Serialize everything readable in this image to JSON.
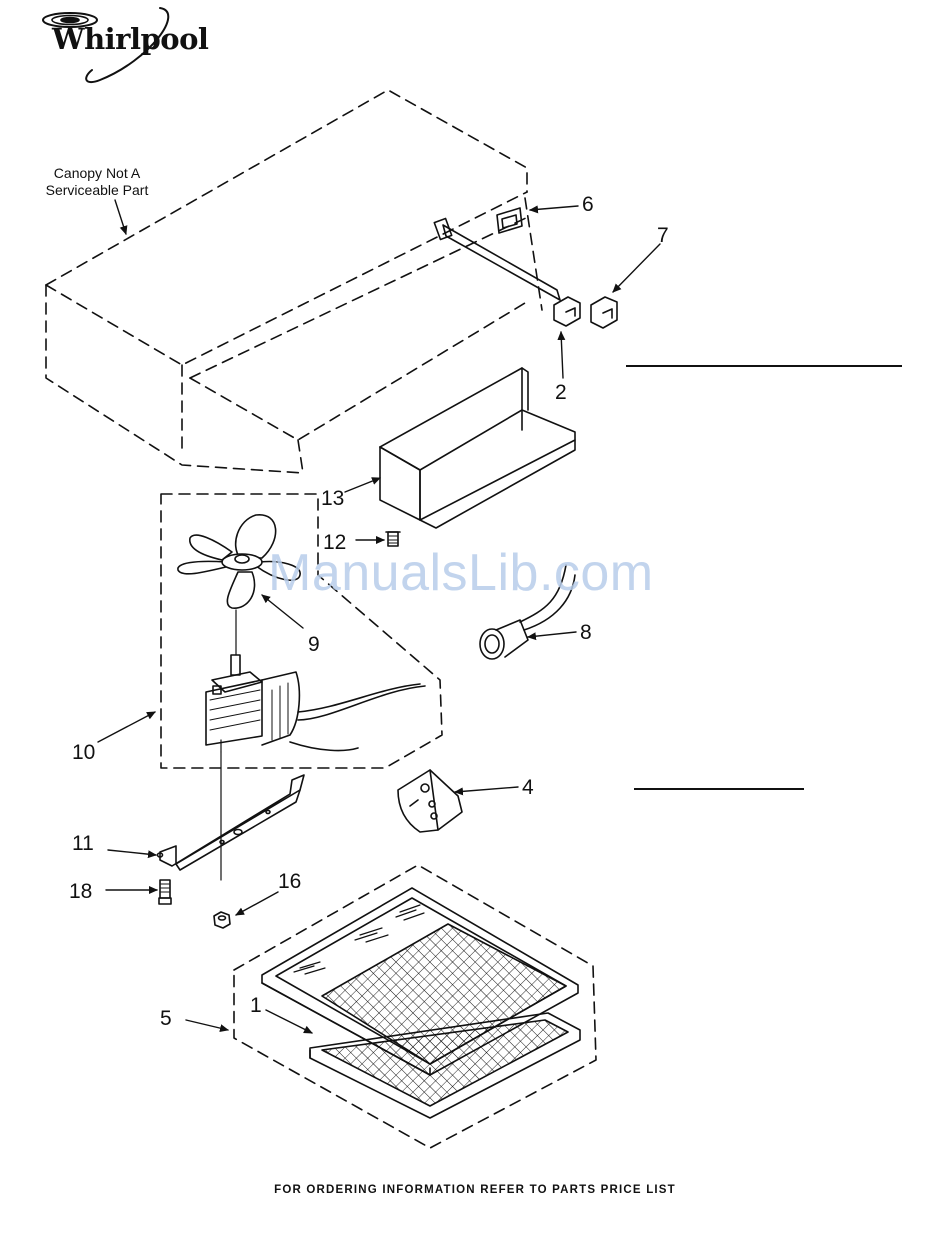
{
  "brand": {
    "name": "Whirlpool"
  },
  "watermark": {
    "text": "ManualsLib.com"
  },
  "note": {
    "line1": "Canopy Not A",
    "line2": "Serviceable Part"
  },
  "callouts": {
    "p1": "1",
    "p2": "2",
    "p4": "4",
    "p5": "5",
    "p6": "6",
    "p7": "7",
    "p8": "8",
    "p9": "9",
    "p10": "10",
    "p11": "11",
    "p12": "12",
    "p13": "13",
    "p16": "16",
    "p18": "18"
  },
  "footer": {
    "text": "FOR ORDERING INFORMATION REFER TO PARTS PRICE LIST"
  },
  "colors": {
    "ink": "#111111",
    "watermark": "#b8cdea"
  }
}
